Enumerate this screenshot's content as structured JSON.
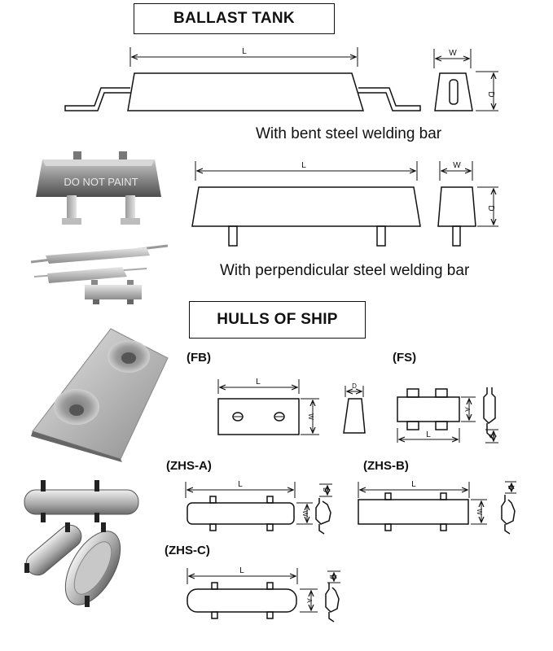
{
  "sections": {
    "ballast_tank_title": "BALLAST TANK",
    "hulls_title": "HULLS OF SHIP"
  },
  "captions": {
    "bent_bar": "With bent steel welding bar",
    "perpendicular_bar": "With perpendicular steel welding bar"
  },
  "dim_labels": {
    "length": "L",
    "width": "W",
    "depth": "D",
    "alt_width": "A"
  },
  "models": {
    "fb": "(FB)",
    "fs": "(FS)",
    "zhs_a": "(ZHS-A)",
    "zhs_b": "(ZHS-B)",
    "zhs_c": "(ZHS-C)"
  },
  "photo_text": {
    "stamp": "DO NOT PAINT"
  },
  "colors": {
    "line": "#111111",
    "zinc_light": "#d9d9d9",
    "zinc_mid": "#a8a8a8",
    "zinc_dark": "#6e6e6e"
  }
}
